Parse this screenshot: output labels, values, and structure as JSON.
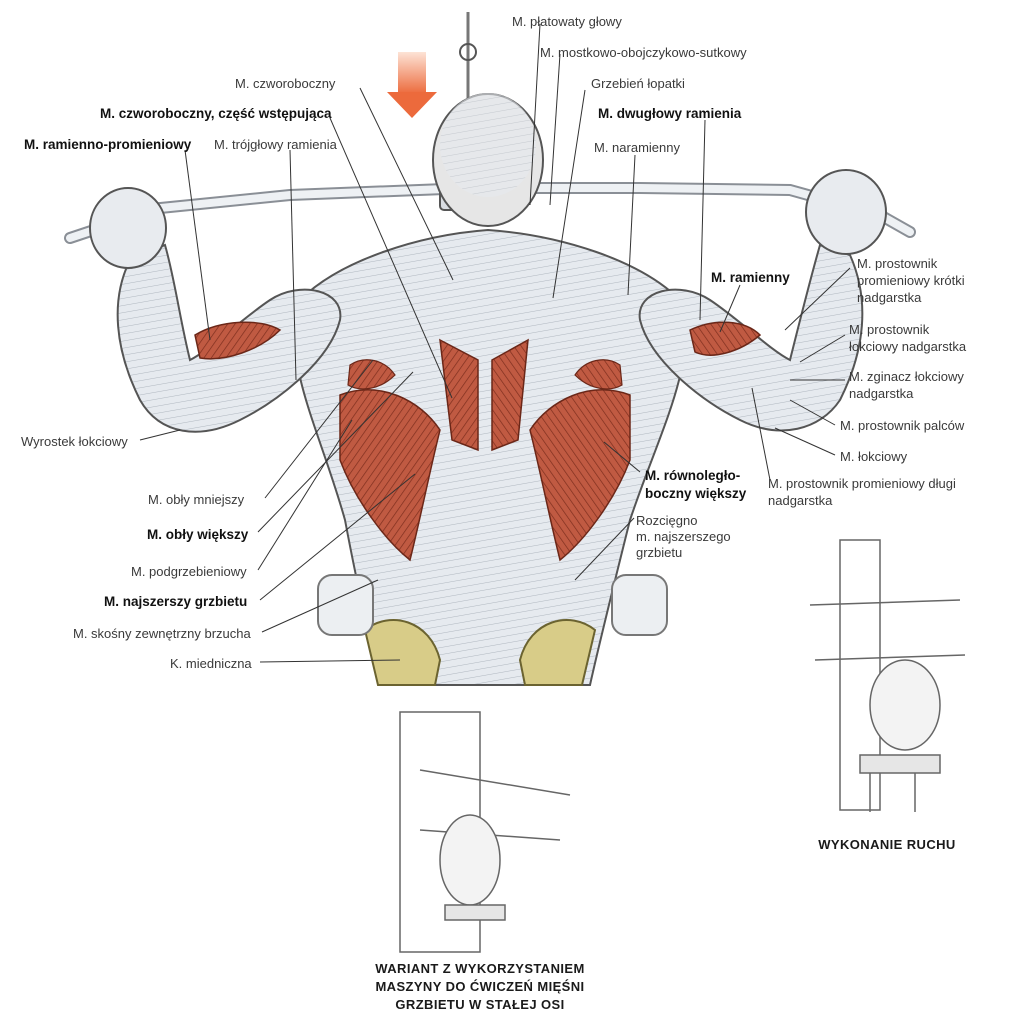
{
  "labels": {
    "m_platowaty": "M. płatowaty głowy",
    "m_mostkowo": "M. mostkowo-obojczykowo-sutkowy",
    "m_czworoboczny": "M. czworoboczny",
    "grzebien": "Grzebień łopatki",
    "m_czworoboczny_wst": "M. czworoboczny, część wstępująca",
    "m_dwuglowy": "M. dwugłowy ramienia",
    "m_ramienno_prom": "M. ramienno-promieniowy",
    "m_trojglowy": "M. trójgłowy ramienia",
    "m_naramienny": "M. naramienny",
    "m_ramienny": "M. ramienny",
    "prost_krotki_1": "M. prostownik",
    "prost_krotki_2": "promieniowy krótki",
    "prost_krotki_3": "nadgarstka",
    "prost_lokc_1": "M. prostownik",
    "prost_lokc_2": "łokciowy nadgarstka",
    "zginacz_1": "M. zginacz łokciowy",
    "zginacz_2": "nadgarstka",
    "wyrostek": "Wyrostek łokciowy",
    "prost_palcow": "M. prostownik palców",
    "m_lokciowy": "M. łokciowy",
    "prost_dlugi_1": "M. prostownik promieniowy długi",
    "prost_dlugi_2": "nadgarstka",
    "m_obly_mniejszy": "M. obły mniejszy",
    "rownoleglo_1": "M. równoległo-",
    "rownoleglo_2": "boczny większy",
    "m_obly_wiekszy": "M. obły większy",
    "rozcieglo_1": "Rozcięgno",
    "rozcieglo_2": "m. najszerszego",
    "rozcieglo_3": "grzbietu",
    "m_podgrzebieniowy": "M. podgrzebieniowy",
    "m_najszerszy": "M. najszerszy grzbietu",
    "m_skosny": "M. skośny zewnętrzny brzucha",
    "k_miedniczna": "K. miedniczna"
  },
  "captions": {
    "wykonanie": "WYKONANIE RUCHU",
    "wariant_1": "WARIANT Z WYKORZYSTANIEM",
    "wariant_2": "MASZYNY DO ĆWICZEŃ MIĘŚNI",
    "wariant_3": "GRZBIETU W STAŁEJ OSI"
  },
  "colors": {
    "muscle_red": "#b8503a",
    "muscle_light": "#e4e8ee",
    "bone": "#d8cc88",
    "arrow": "#ec6a3c",
    "leader": "#333333"
  }
}
